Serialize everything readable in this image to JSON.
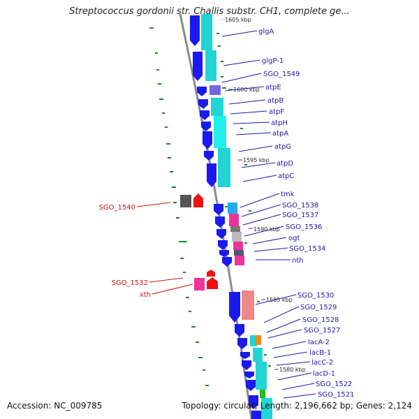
{
  "title": "Streptococcus gordonii str. Challis substr. CH1, complete ge...",
  "footer": {
    "accession": "Accession: NC_009785",
    "stats": "Topology: circular; Length: 2,196,662 bp; Genes: 2,124"
  },
  "colors": {
    "forward_label": "#1a1aa8",
    "reverse_label": "#cc1111",
    "cds_arrow": "#1a1aee",
    "feature_cyan": "#22d4d4",
    "feature_pink": "#ee3399",
    "feature_salmon": "#ee8888",
    "backbone": "#8a8a8a",
    "dash": "#1a8a1a"
  },
  "ticks": [
    {
      "label": "1605 kbp",
      "faded": true
    },
    {
      "label": "1600 kbp",
      "faded": false
    },
    {
      "label": "1595 kbp",
      "faded": false
    },
    {
      "label": "1590 kbp",
      "faded": false
    },
    {
      "label": "1585 kbp",
      "faded": false
    },
    {
      "label": "1580 kbp",
      "faded": false
    }
  ],
  "forward_labels": [
    "glgA",
    "glgP-1",
    "SGO_1549",
    "atpE",
    "atpB",
    "atpF",
    "atpH",
    "atpA",
    "atpG",
    "atpD",
    "atpC",
    "tmk",
    "SGO_1538",
    "SGO_1537",
    "SGO_1536",
    "ogt",
    "SGO_1534",
    "nth",
    "SGO_1530",
    "SGO_1529",
    "SGO_1528",
    "SGO_1527",
    "lacA-2",
    "lacB-1",
    "lacC-2",
    "lacD-1",
    "SGO_1522",
    "SGO_1521"
  ],
  "reverse_labels": [
    "SGO_1540",
    "SGO_1532",
    "xth"
  ]
}
